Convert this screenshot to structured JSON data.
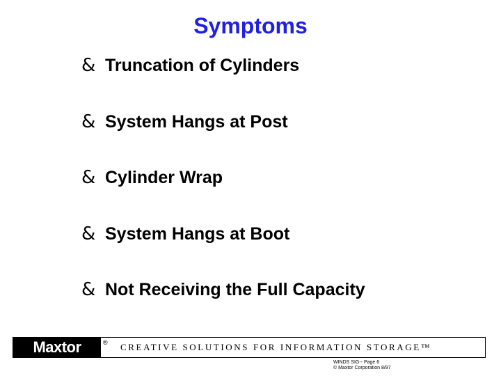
{
  "slide": {
    "title": "Symptoms",
    "title_color": "#1f1fe6",
    "bullet_icon": "ampersand-bullet-icon",
    "bullet_glyph": "&",
    "bullets": [
      "Truncation of Cylinders",
      "System Hangs at Post",
      "Cylinder Wrap",
      "System Hangs at Boot",
      "Not Receiving the Full Capacity"
    ]
  },
  "footer": {
    "logo_text": "Maxtor",
    "logo_registered": "®",
    "tagline": "CREATIVE SOLUTIONS FOR INFORMATION STORAGE™",
    "note_line1": "WINDS SIG-- Page 6",
    "note_line2": "© Maxtor Corporation 8/97"
  }
}
